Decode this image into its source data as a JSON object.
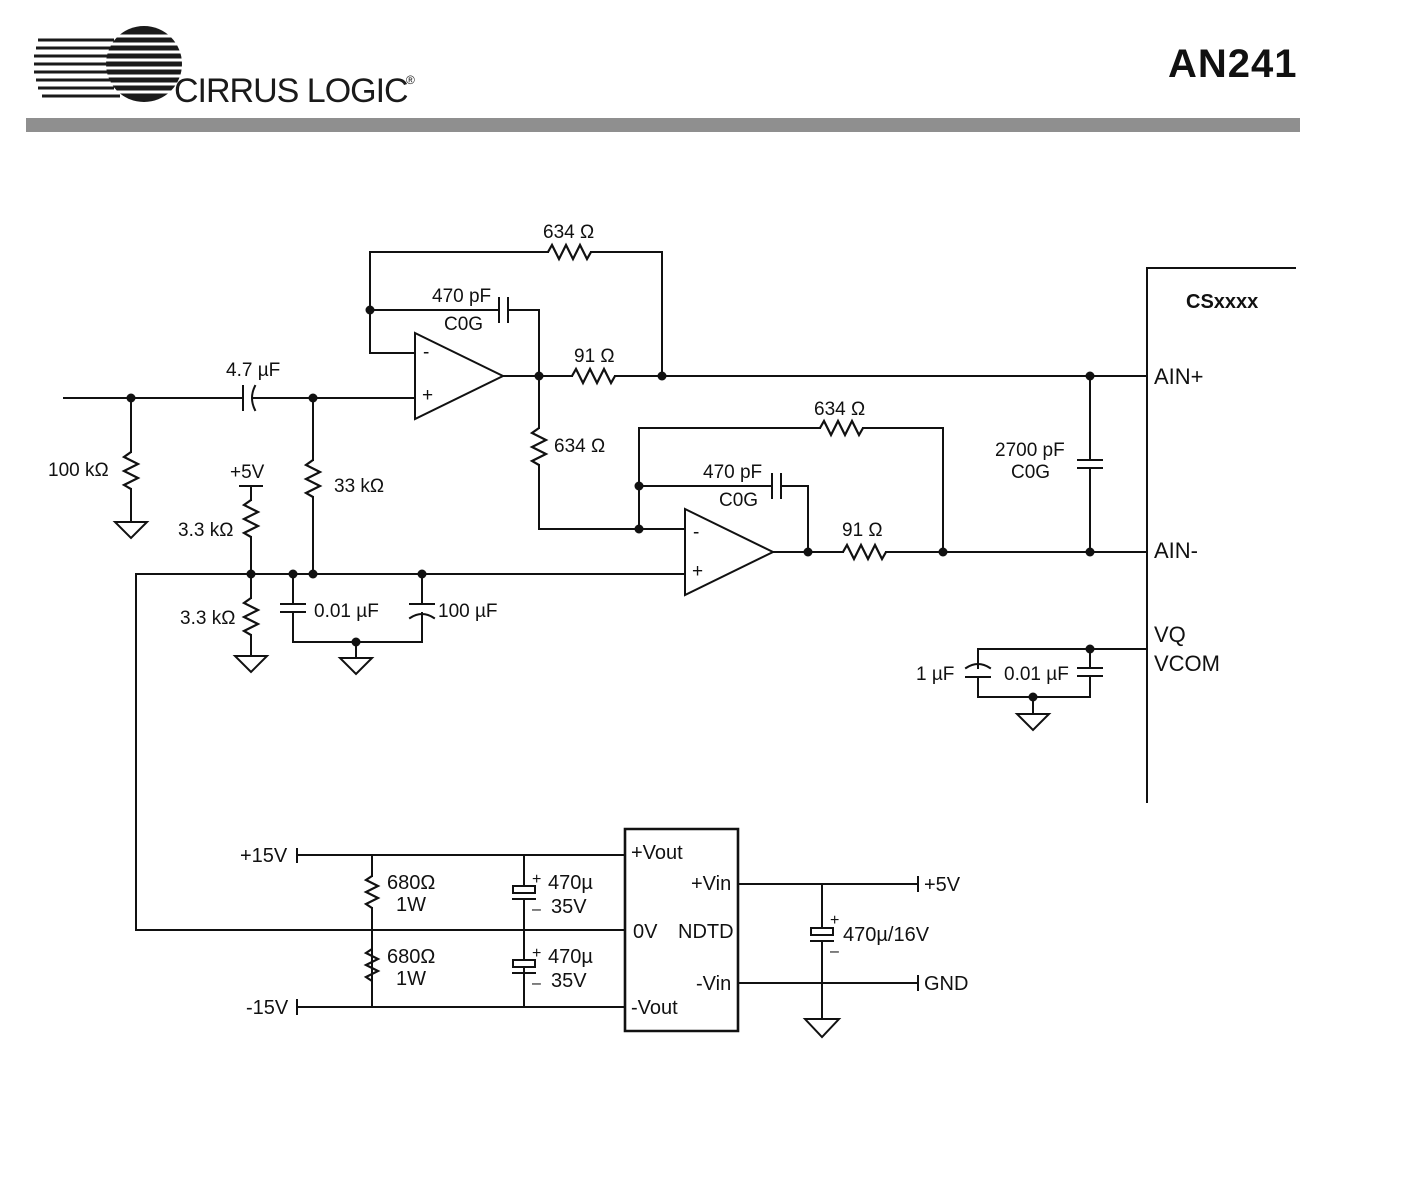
{
  "header": {
    "logo_text": "CIRRUS LOGIC",
    "logo_mark": "®",
    "doc_id": "AN241",
    "colors": {
      "rule": "#8f8f8f",
      "ink": "#111111"
    }
  },
  "schematic": {
    "input": {
      "coupling_cap": "4.7 µF",
      "input_resistor": "100 kΩ",
      "bias_resistor": "33 kΩ"
    },
    "bias": {
      "supply": "+5V",
      "divider_top": "3.3 kΩ",
      "divider_bottom": "3.3 kΩ",
      "decoupling_small": "0.01 µF",
      "decoupling_large": "100 µF"
    },
    "amp_top": {
      "feedback_resistor": "634 Ω",
      "feedback_cap": "470 pF",
      "feedback_cap_type": "C0G",
      "output_resistor": "91 Ω",
      "in_minus": "-",
      "in_plus": "+"
    },
    "amp_bottom": {
      "input_resistor": "634 Ω",
      "feedback_resistor": "634 Ω",
      "feedback_cap": "470 pF",
      "feedback_cap_type": "C0G",
      "output_resistor": "91 Ω",
      "in_minus": "-",
      "in_plus": "+"
    },
    "adc": {
      "name": "CSxxxx",
      "pin_ain_plus": "AIN+",
      "pin_ain_minus": "AIN-",
      "pin_vq": "VQ",
      "pin_vcom": "VCOM",
      "diff_cap": "2700 pF",
      "diff_cap_type": "C0G",
      "vq_cap_large": "1 µF",
      "vq_cap_small": "0.01 µF"
    },
    "power": {
      "module_name": "NDTD",
      "pin_vout_plus": "+Vout",
      "pin_0v": "0V",
      "pin_vout_minus": "-Vout",
      "pin_vin_plus": "+Vin",
      "pin_vin_minus": "-Vin",
      "rail_plus": "+15V",
      "rail_minus": "-15V",
      "load_resistor_top": "680Ω",
      "load_resistor_top_power": "1W",
      "load_resistor_bottom": "680Ω",
      "load_resistor_bottom_power": "1W",
      "out_cap_top": "470µ",
      "out_cap_top_voltage": "35V",
      "out_cap_bottom": "470µ",
      "out_cap_bottom_voltage": "35V",
      "in_cap": "470µ/16V",
      "in_supply": "+5V",
      "in_ground": "GND",
      "polarity_plus": "+",
      "polarity_minus": "–"
    }
  }
}
